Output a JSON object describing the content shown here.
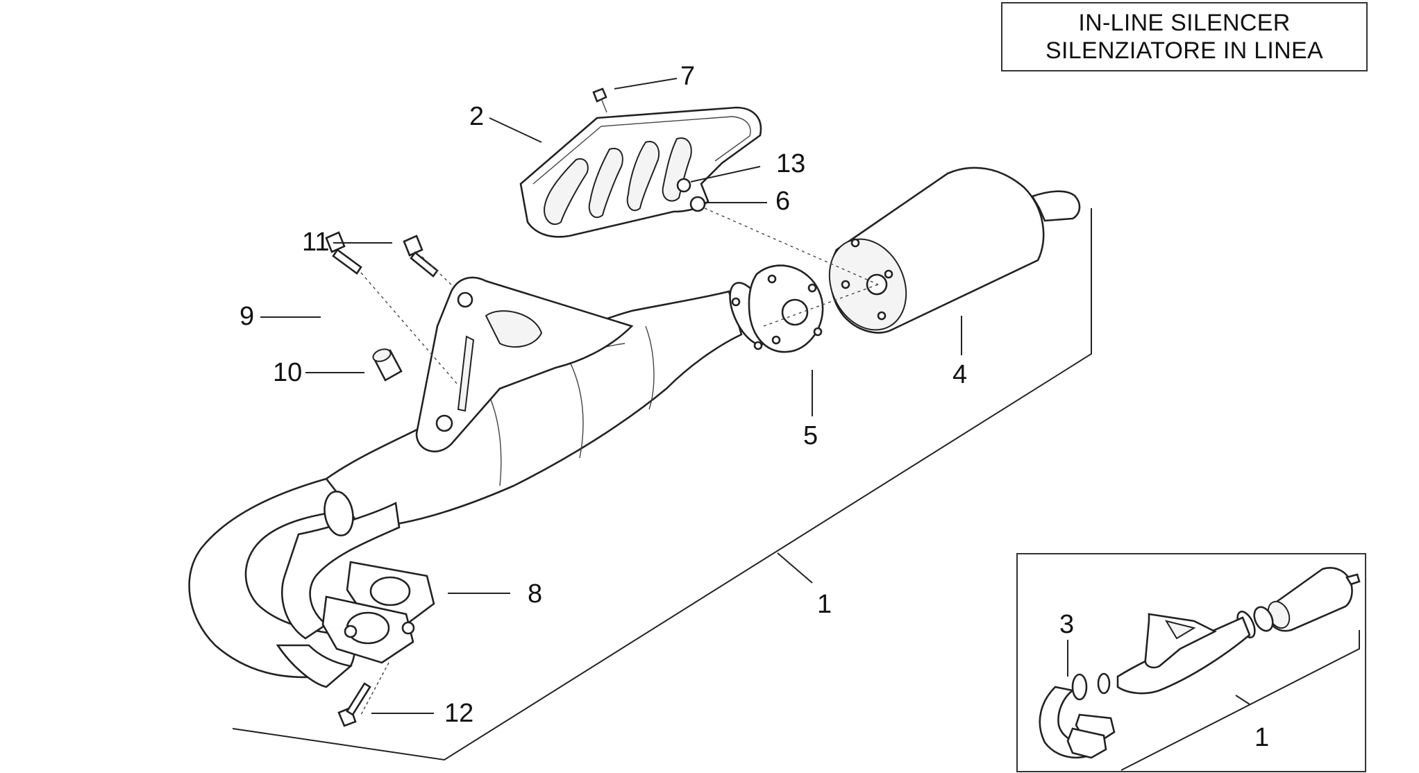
{
  "title": {
    "line1": "IN-LINE SILENCER",
    "line2": "SILENZIATORE IN LINEA"
  },
  "callouts": {
    "c1": "1",
    "c2": "2",
    "c3": "3",
    "c4": "4",
    "c5": "5",
    "c6": "6",
    "c7": "7",
    "c8": "8",
    "c9": "9",
    "c10": "10",
    "c11": "11",
    "c12": "12",
    "c13": "13",
    "c1_inset": "1"
  }
}
